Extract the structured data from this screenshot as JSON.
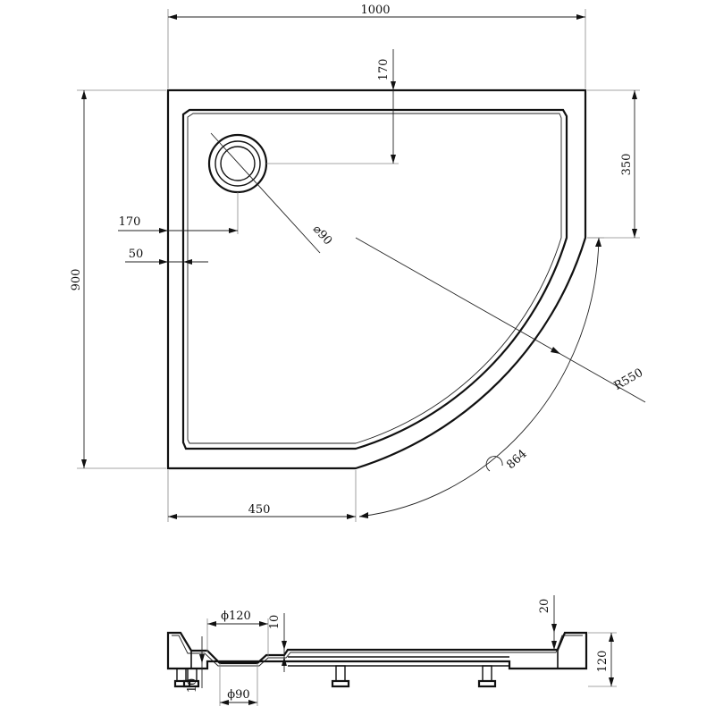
{
  "plan_view": {
    "width_label": "1000",
    "depth_label": "900",
    "drain_offset_top_label": "170",
    "straight_side_label": "350",
    "drain_offset_left_label": "170",
    "rim_offset_label": "50",
    "drain_diameter_label": "⌀90",
    "radius_label": "R550",
    "arc_length_label": "864",
    "front_straight_label": "450"
  },
  "section_view": {
    "outlet_diameter_label": "ϕ120",
    "outlet_depth_label": "10",
    "bottom_depth_label": "10",
    "drain_hole_label": "ϕ90",
    "rim_height_label": "20",
    "total_height_label": "120"
  }
}
